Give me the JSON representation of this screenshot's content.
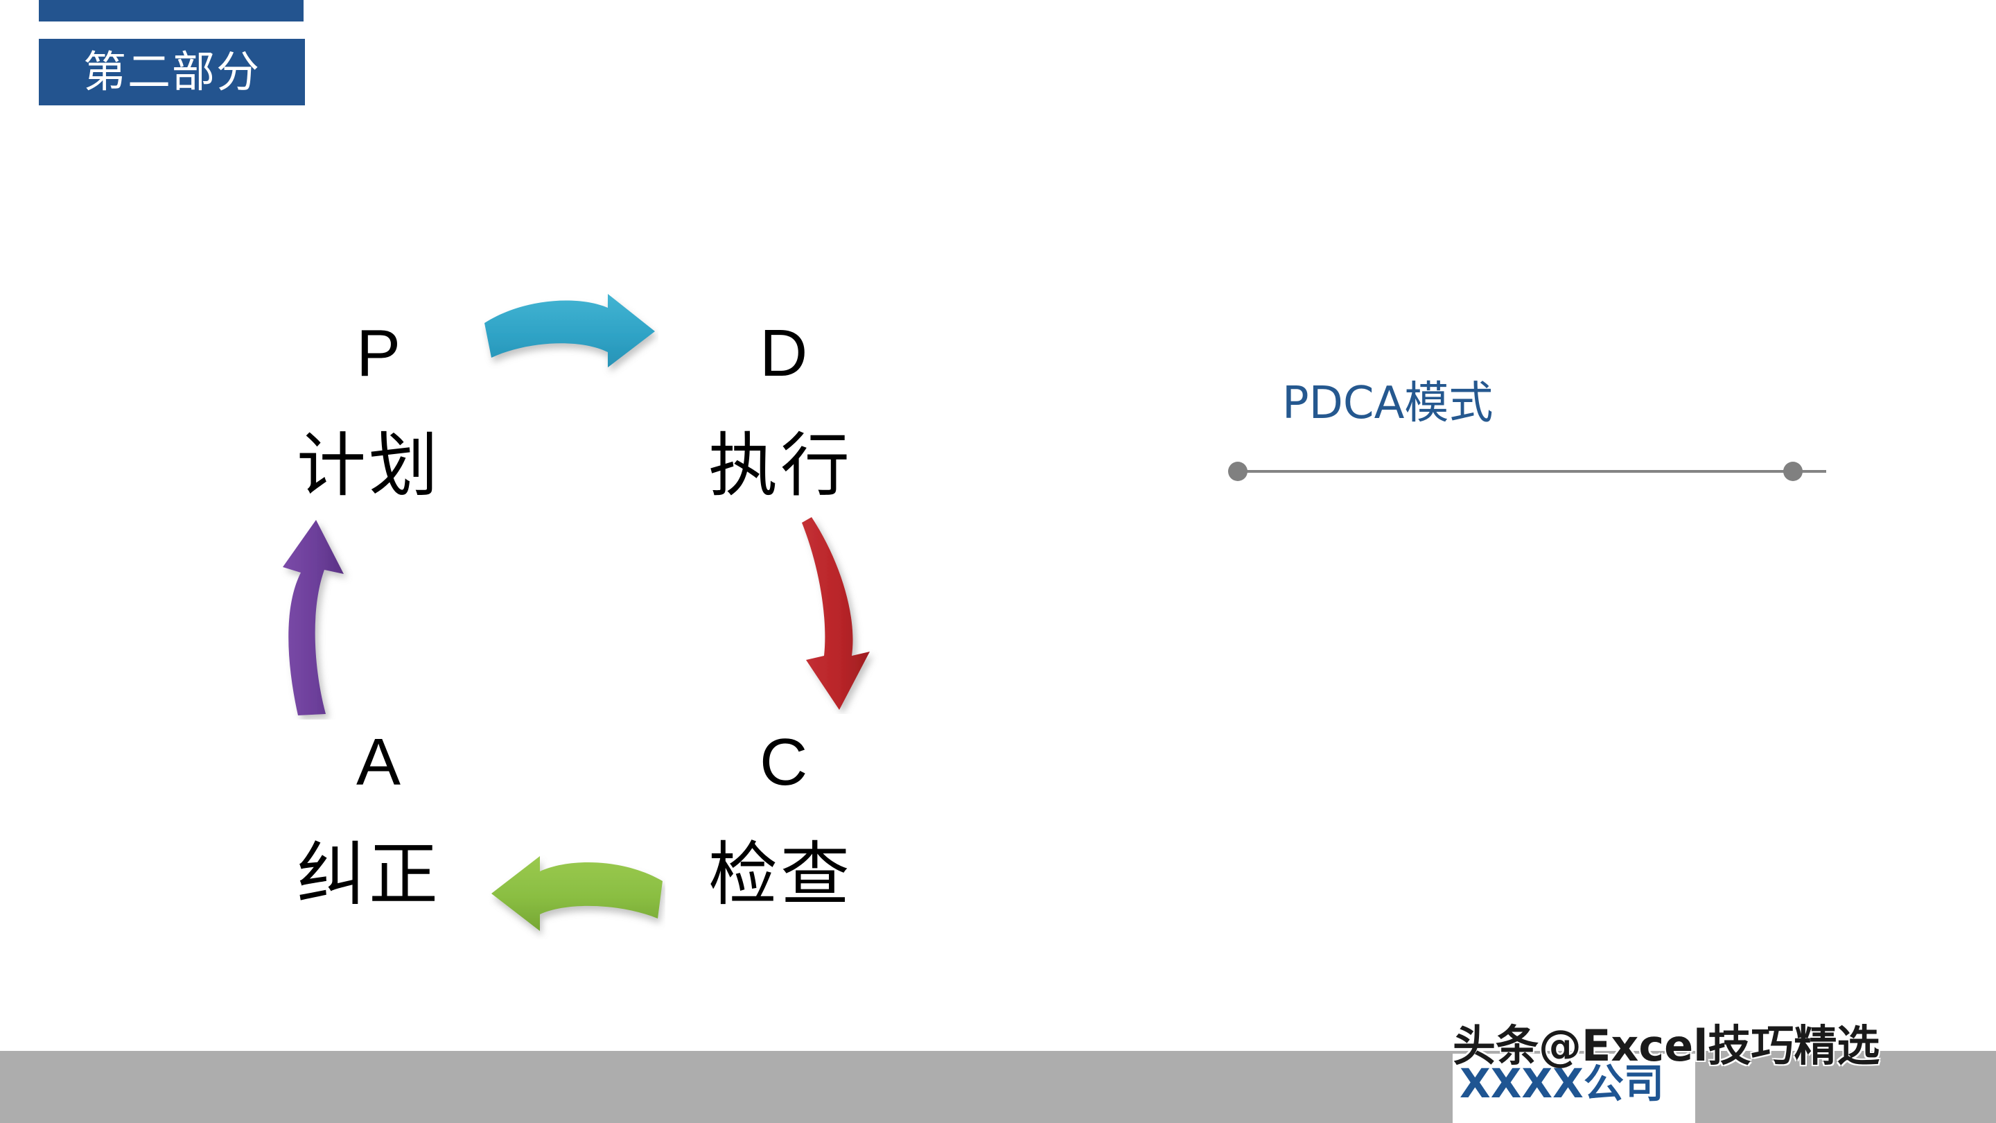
{
  "slide": {
    "background_color": "#FFFFFF",
    "accent_color": "#23548F"
  },
  "header": {
    "accent_bar_color": "#23548F",
    "badge": {
      "label": "第二部分",
      "background": "#23548F",
      "text_color": "#FFFFFF"
    }
  },
  "diagram": {
    "name": "pdca-cycle",
    "nodes": [
      {
        "id": "plan",
        "letter": "P",
        "word": "计划",
        "position": "top-left"
      },
      {
        "id": "do",
        "letter": "D",
        "word": "执行",
        "position": "top-right"
      },
      {
        "id": "act",
        "letter": "A",
        "word": "纠正",
        "position": "bottom-left"
      },
      {
        "id": "check",
        "letter": "C",
        "word": "检查",
        "position": "bottom-right"
      }
    ],
    "arrows": [
      {
        "id": "plan-to-do",
        "direction": "right",
        "color": "#31A8C9",
        "from": "plan",
        "to": "do"
      },
      {
        "id": "do-to-check",
        "direction": "down",
        "color": "#C0282B",
        "from": "do",
        "to": "check"
      },
      {
        "id": "check-to-act",
        "direction": "left",
        "color": "#8CBE46",
        "from": "check",
        "to": "act"
      },
      {
        "id": "act-to-plan",
        "direction": "up",
        "color": "#6E409B",
        "from": "act",
        "to": "plan"
      }
    ]
  },
  "title_block": {
    "title": "PDCA模式",
    "title_color": "#25588F",
    "rule_color": "#848484",
    "dot_color": "#808080"
  },
  "footer": {
    "bar_color": "#ADADAD",
    "company_name": "XXXX公司",
    "company_name_color": "#1F5592",
    "watermark": "头条@Excel技巧精选"
  }
}
